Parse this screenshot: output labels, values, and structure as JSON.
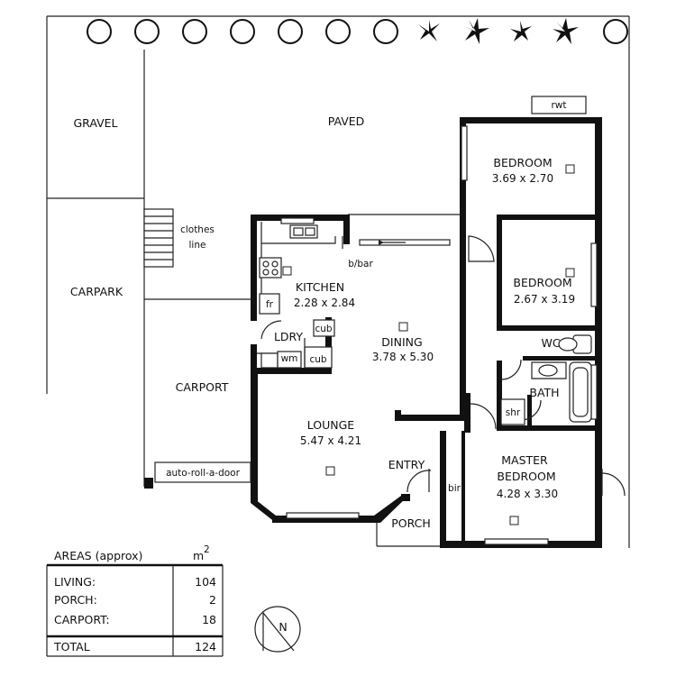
{
  "rooms": {
    "gravel": "GRAVEL",
    "paved": "PAVED",
    "carpark": "CARPARK",
    "carport": "CARPORT",
    "clothes_line": [
      "clothes",
      "line"
    ],
    "rwt": "rwt",
    "kitchen": {
      "name": "KITCHEN",
      "size": "2.28 x 2.84"
    },
    "bbar": "b/bar",
    "fr": "fr",
    "cub_upper": "cub",
    "cub_lower": "cub",
    "ldry": "LDRY",
    "wm": "wm",
    "dining": {
      "name": "DINING",
      "size": "3.78 x 5.30"
    },
    "lounge": {
      "name": "LOUNGE",
      "size": "5.47 x 4.21"
    },
    "auto_door": "auto-roll-a-door",
    "entry": "ENTRY",
    "porch": "PORCH",
    "bir": "bir",
    "bedroom1": {
      "name": "BEDROOM",
      "size": "3.69 x 2.70"
    },
    "bedroom2": {
      "name": "BEDROOM",
      "size": "2.67 x 3.19"
    },
    "wc": "WC",
    "bath": "BATH",
    "shr": "shr",
    "master": {
      "name": [
        "MASTER",
        "BEDROOM"
      ],
      "size": "4.28 x 3.30"
    }
  },
  "areas": {
    "title": "AREAS (approx)",
    "unit": "m",
    "unit_sup": "2",
    "rows": [
      {
        "label": "LIVING:",
        "value": "104"
      },
      {
        "label": "PORCH:",
        "value": "2"
      },
      {
        "label": "CARPORT:",
        "value": "18"
      }
    ],
    "total": {
      "label": "TOTAL",
      "value": "124"
    }
  },
  "north_symbol": "N",
  "icons": {
    "trees": "round-shrub-icon",
    "palms": "palm-shrub-icon",
    "compass": "north-compass-icon"
  }
}
